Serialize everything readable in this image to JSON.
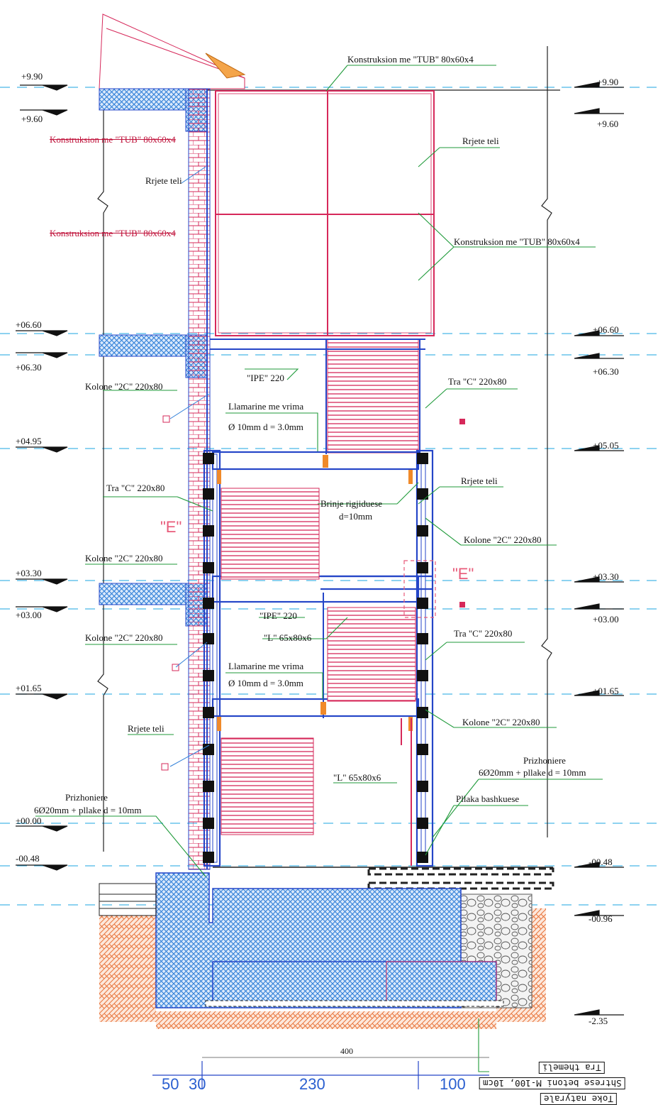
{
  "levels_left": [
    {
      "label": "+9.90"
    },
    {
      "label": "+9.60"
    },
    {
      "label": "+06.60"
    },
    {
      "label": "+06.30"
    },
    {
      "label": "+04.95"
    },
    {
      "label": "+03.30"
    },
    {
      "label": "+03.00"
    },
    {
      "label": "+01.65"
    },
    {
      "label": "±00.00"
    },
    {
      "label": "-00.48"
    }
  ],
  "levels_right": [
    {
      "label": "+9.90"
    },
    {
      "label": "+9.60"
    },
    {
      "label": "+06.60"
    },
    {
      "label": "+06.30"
    },
    {
      "label": "+05.05"
    },
    {
      "label": "+03.30"
    },
    {
      "label": "+03.00"
    },
    {
      "label": "+01.65"
    },
    {
      "label": "-00.48"
    },
    {
      "label": "-00.96"
    },
    {
      "label": "-2.35"
    }
  ],
  "labels": {
    "tub_top": "Konstruksion me \"TUB\" 80x60x4",
    "tub_left_1": "Konstruksion me \"TUB\" 80x60x4",
    "rrjete_left_top": "Rrjete teli",
    "tub_left_2": "Konstruksion me \"TUB\" 80x60x4",
    "rrjete_right_top": "Rrjete teli",
    "tub_right": "Konstruksion me \"TUB\" 80x60x4",
    "ipe_1": "\"IPE\" 220",
    "kolone_1": "Kolone \"2C\" 220x80",
    "tra_c_right_1": "Tra \"C\" 220x80",
    "llamarine_1a": "Llamarine me vrima",
    "llamarine_1b": "Ø 10mm   d = 3.0mm",
    "tra_c_left": "Tra \"C\" 220x80",
    "rrjete_right_mid": "Rrjete teli",
    "brinje_a": "Brinje rigjiduese",
    "brinje_b": "d=10mm",
    "kolone_right_1": "Kolone \"2C\" 220x80",
    "kolone_2": "Kolone \"2C\" 220x80",
    "ipe_2": "\"IPE\" 220",
    "l_profile_1": "\"L\" 65x80x6",
    "kolone_3": "Kolone \"2C\" 220x80",
    "tra_c_right_2": "Tra \"C\" 220x80",
    "llamarine_2a": "Llamarine me vrima",
    "llamarine_2b": "Ø 10mm   d = 3.0mm",
    "kolone_right_2": "Kolone \"2C\" 220x80",
    "rrjete_left_bottom": "Rrjete teli",
    "l_profile_2": "\"L\" 65x80x6",
    "prizh_right_a": "Prizhoniere",
    "prizh_right_b": "6Ø20mm + pllake d = 10mm",
    "pllaka": "Pllaka bashkuese",
    "prizh_left_a": "Prizhoniere",
    "prizh_left_b": "6Ø20mm + pllake d = 10mm",
    "detail_e_left": "\"E\"",
    "detail_e_right": "\"E\""
  },
  "legend": {
    "tra_themeli": "Tra themeli",
    "shtrese": "Shtrese betoni M-100, 10cm",
    "toke": "Toke natyrale"
  },
  "dimensions": {
    "total": "400",
    "d1": "50",
    "d2": "30",
    "d3": "230",
    "d4": "100"
  },
  "colors": {
    "structure_red": "#d6285a",
    "steel_blue": "#2546c8",
    "hatch_blue": "#2f7fd8",
    "soil_orange": "#e8743a",
    "leader_green": "#1f9a3a"
  }
}
